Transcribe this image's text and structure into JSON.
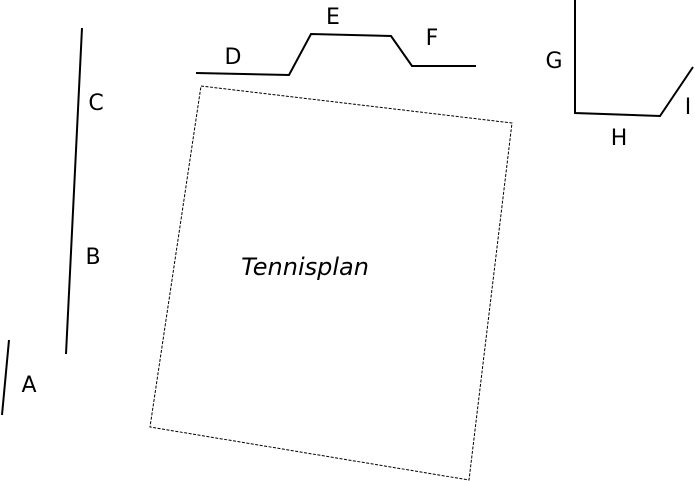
{
  "diagram": {
    "area_label": "Tennisplan",
    "labels": {
      "A": "A",
      "B": "B",
      "C": "C",
      "D": "D",
      "E": "E",
      "F": "F",
      "G": "G",
      "H": "H",
      "I": "I"
    },
    "colors": {
      "stroke": "#000000",
      "background": "#ffffff"
    }
  }
}
